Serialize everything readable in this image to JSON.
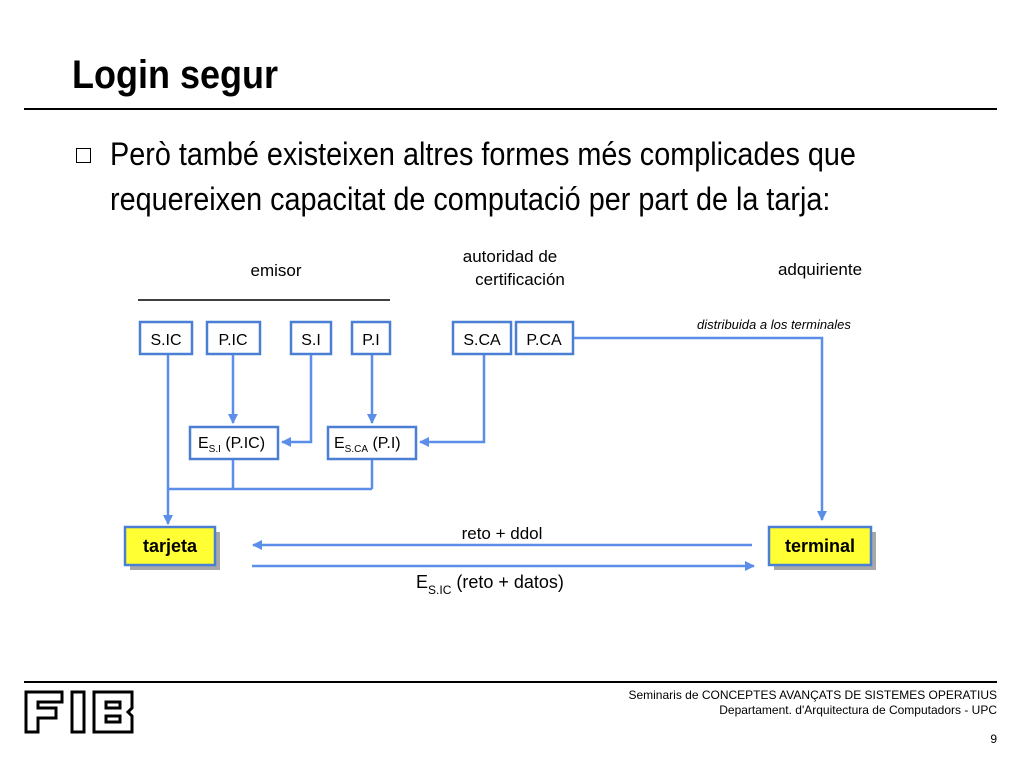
{
  "title": "Login segur",
  "bullet": {
    "line1": "Però també existeixen altres formes més complicades que",
    "line2": "requereixen capacitat de computació per part de la tarja:"
  },
  "diagram": {
    "headers": {
      "emisor": "emisor",
      "autoridad_line1": "autoridad de",
      "autoridad_line2": "certificación",
      "adquiriente": "adquiriente"
    },
    "keys": {
      "sic": "S.IC",
      "pic": "P.IC",
      "si": "S.I",
      "pi": "P.I",
      "sca": "S.CA",
      "pca": "P.CA"
    },
    "enc1": {
      "e": "E",
      "sub": "S.I",
      "rest": " (P.IC)"
    },
    "enc2": {
      "e": "E",
      "sub": "S.CA",
      "rest": " (P.I)"
    },
    "distribution_note": "distribuida a los terminales",
    "card": "tarjeta",
    "terminal": "terminal",
    "msg1": "reto + ddol",
    "msg2": {
      "e": "E",
      "sub": "S.IC",
      "rest": " (reto + datos)"
    }
  },
  "colors": {
    "box_border": "#4a7fd4",
    "arrow": "#5b8ee8",
    "highlight_fill": "#ffff33",
    "shadow": "#a8a8a8"
  },
  "footer": {
    "line1": "Seminaris de CONCEPTES AVANÇATS DE SISTEMES OPERATIUS",
    "line2": "Departament.  d'Arquitectura de Computadors - UPC",
    "page": "9"
  },
  "logo_text": "FIB"
}
